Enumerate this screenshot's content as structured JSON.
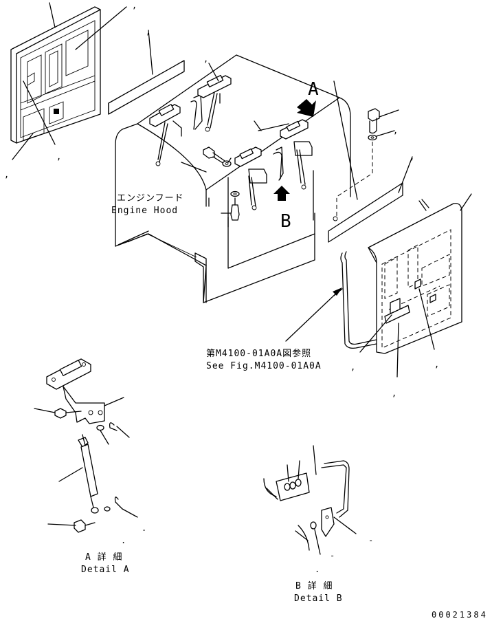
{
  "labels": {
    "engine_hood_jp": "エンジンフード",
    "engine_hood_en": "Engine Hood",
    "ref_jp": "第M4100-01A0A図参照",
    "ref_en": "See Fig.M4100-01A0A",
    "view_a": "A",
    "view_b": "B",
    "detail_a_jp": "A 詳 細",
    "detail_a_en": "Detail A",
    "detail_b_jp": "B 詳 細",
    "detail_b_en": "Detail B",
    "drawing_number": "00021384"
  },
  "callout_marks": {
    "comma": ",",
    "dash": "-",
    "dot": "."
  }
}
